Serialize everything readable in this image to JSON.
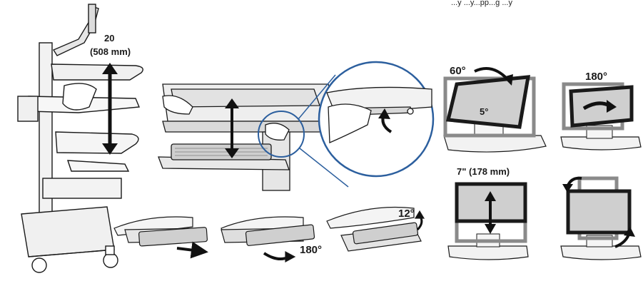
{
  "caption_top": "...y ...y...pp...g ...y",
  "labels": {
    "cart_height_a": "20",
    "cart_height_b": "(508 mm)",
    "keyboard_swivel": "180°",
    "keyboard_tilt": "12°",
    "monitor_tilt_up": "60°",
    "monitor_tilt_down": "5°",
    "monitor_rotate": "180°",
    "monitor_height": "7\" (178 mm)"
  },
  "colors": {
    "stroke": "#1a1a1a",
    "fill_light": "#ececec",
    "fill_mid": "#cfcfcf",
    "arrow": "#111111",
    "frame_gray": "#8a8a8a",
    "callout_blue": "#2c5f9e"
  }
}
